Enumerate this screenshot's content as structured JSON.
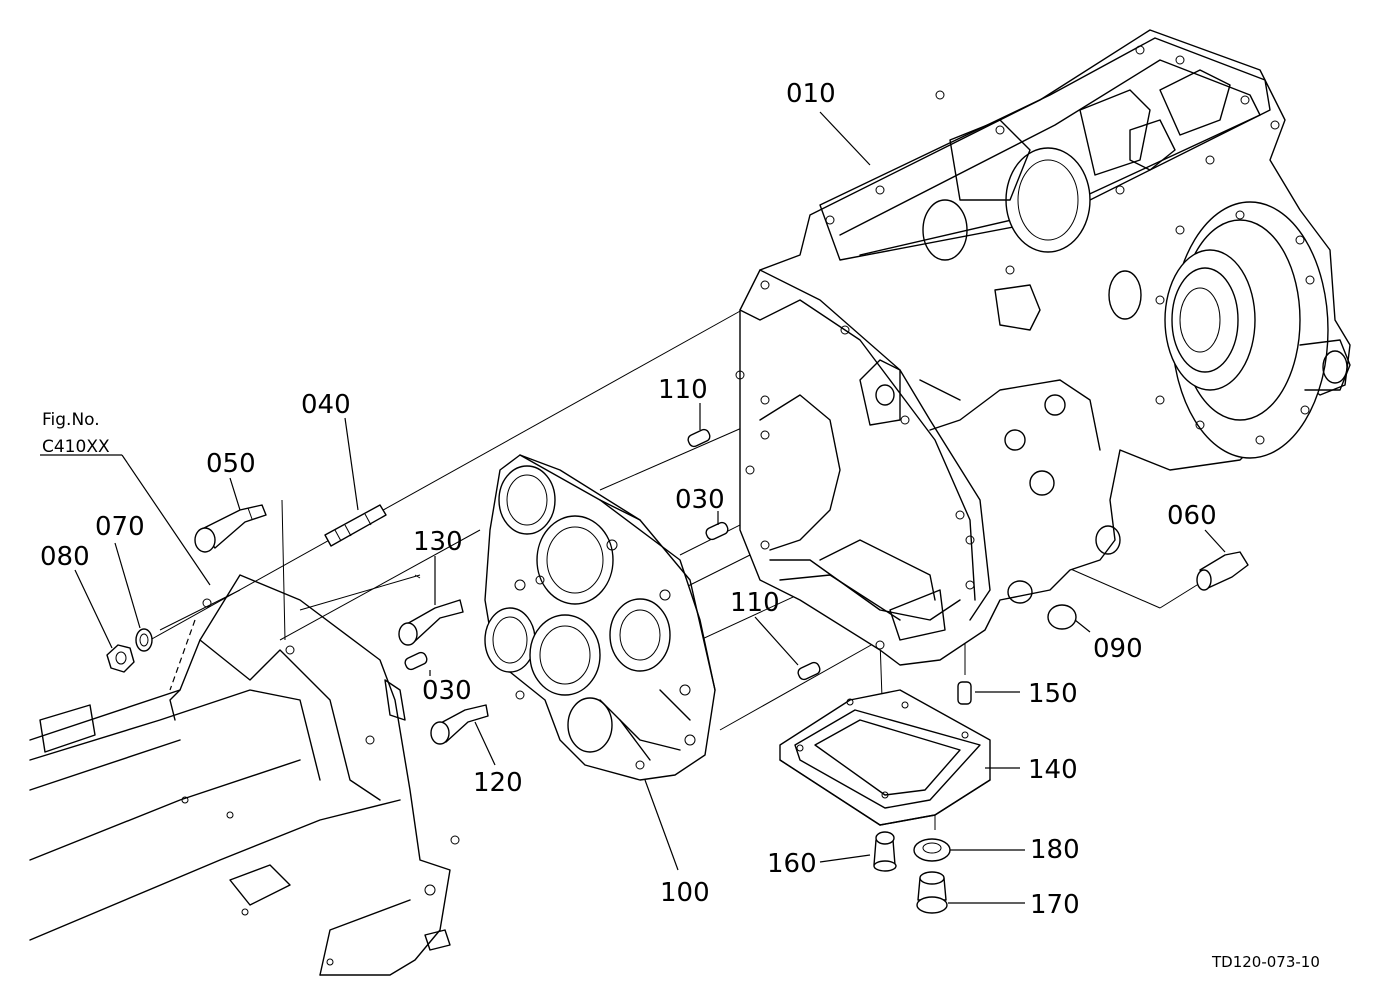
{
  "figure_ref": {
    "line1": "Fig.No.",
    "line2": "C410XX"
  },
  "drawing_code": "TD120-073-10",
  "callouts": {
    "p010": "010",
    "p030a": "030",
    "p030b": "030",
    "p040": "040",
    "p050": "050",
    "p060": "060",
    "p070": "070",
    "p080": "080",
    "p090": "090",
    "p100": "100",
    "p110a": "110",
    "p110b": "110",
    "p120": "120",
    "p130": "130",
    "p140": "140",
    "p150": "150",
    "p160": "160",
    "p170": "170",
    "p180": "180"
  }
}
